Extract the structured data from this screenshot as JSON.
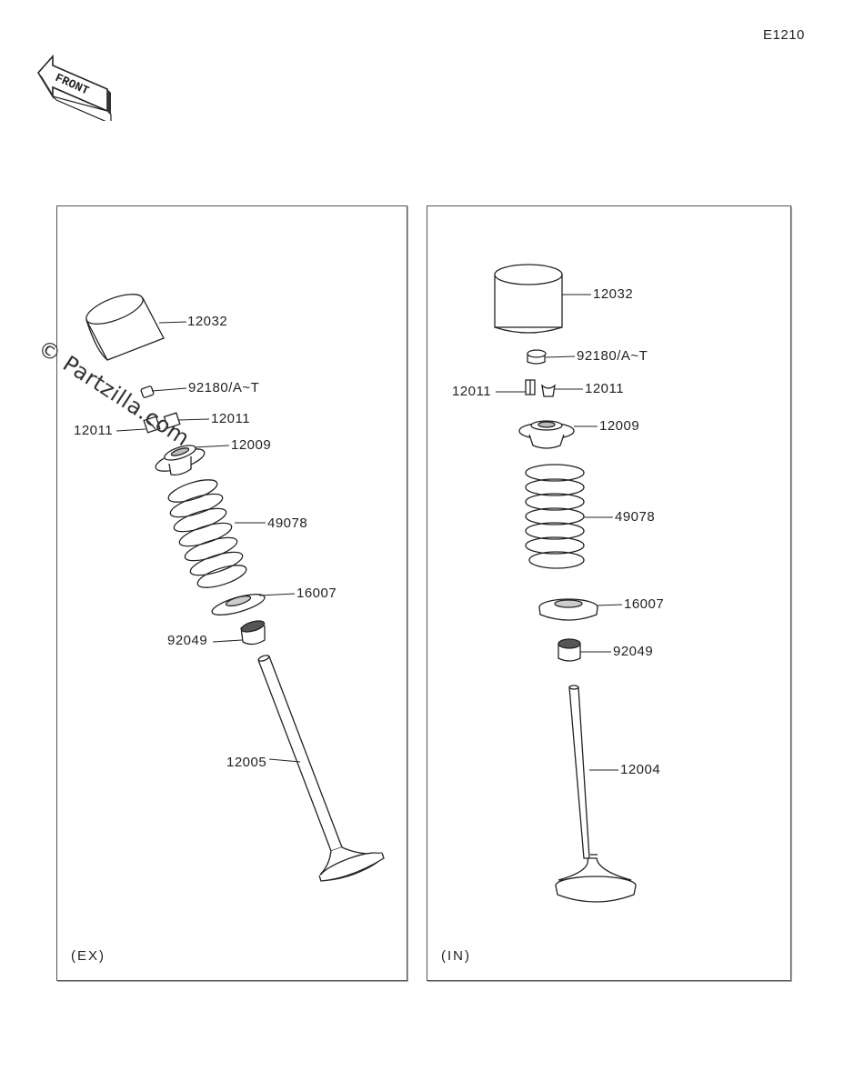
{
  "diagram_id": "E1210",
  "front_arrow_label": "FRONT",
  "watermark": "© Partzilla.com",
  "panels": {
    "ex": {
      "label": "(EX)",
      "callouts": {
        "tappet": "12032",
        "shim": "92180/A~T",
        "cotter_left": "12011",
        "cotter_right": "12011",
        "retainer": "12009",
        "spring": "49078",
        "spring_seat": "16007",
        "oil_seal": "92049",
        "valve": "12005"
      }
    },
    "in": {
      "label": "(IN)",
      "callouts": {
        "tappet": "12032",
        "shim": "92180/A~T",
        "cotter_left": "12011",
        "cotter_right": "12011",
        "retainer": "12009",
        "spring": "49078",
        "spring_seat": "16007",
        "oil_seal": "92049",
        "valve": "12004"
      }
    }
  }
}
